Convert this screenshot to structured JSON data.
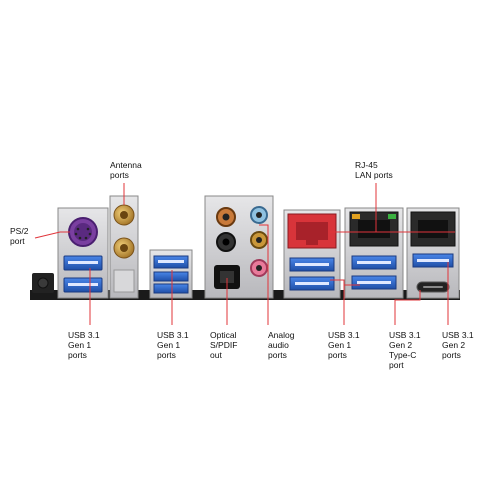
{
  "labels": {
    "antenna": "Antenna\nports",
    "ps2": "PS/2\nport",
    "rj45": "RJ-45\nLAN ports",
    "usb31g1_a": "USB 3.1\nGen 1\nports",
    "usb31g1_b": "USB 3.1\nGen 1\nports",
    "optical": "Optical\nS/PDIF\nout",
    "analog": "Analog\naudio\nports",
    "usb31g1_c": "USB 3.1\nGen 1\nports",
    "usb31g2c": "USB 3.1\nGen 2\nType-C\nport",
    "usb31g2": "USB 3.1\nGen 2\nports"
  },
  "colors": {
    "leader": "#e0343a",
    "usb3": "#2a63c6",
    "ps2": "#7a3fa0",
    "rj45_red": "#d8343a",
    "gold": "#c9973a",
    "io_plate": "#c9c9cc",
    "board": "#1a1a1a"
  }
}
